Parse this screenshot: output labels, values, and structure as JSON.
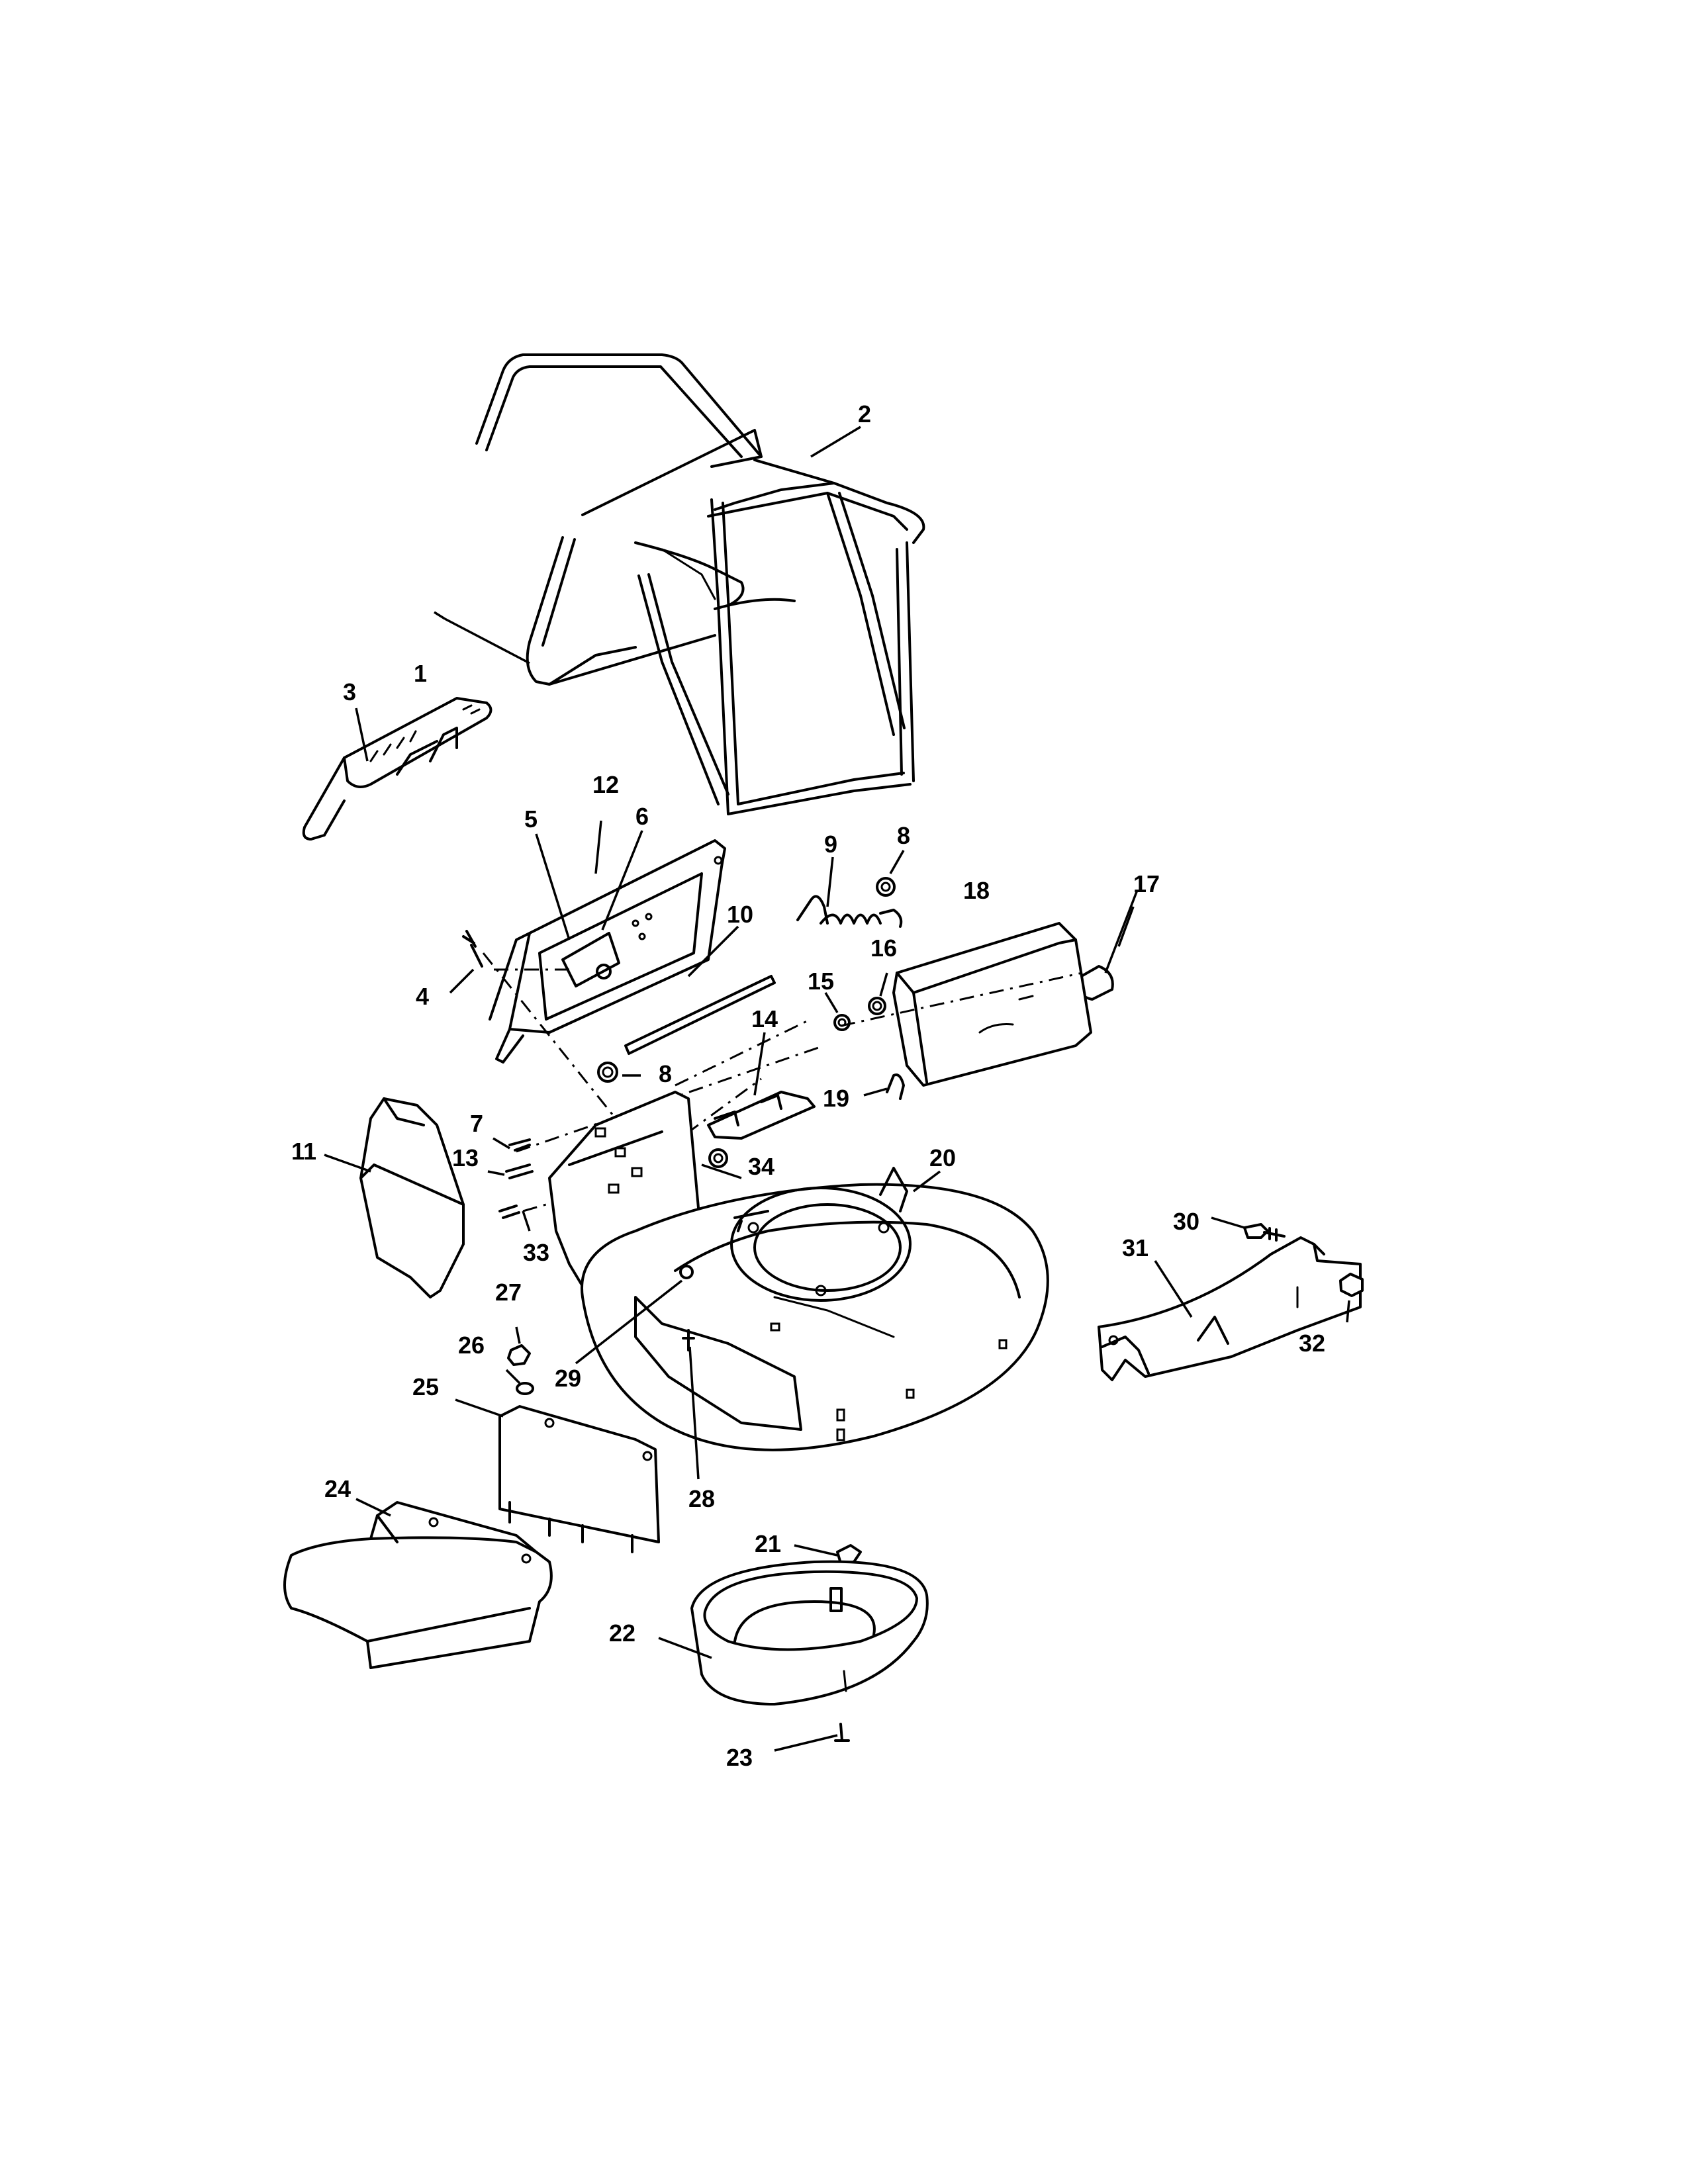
{
  "callouts": {
    "c1": "1",
    "c2": "2",
    "c3": "3",
    "c4": "4",
    "c5": "5",
    "c6": "6",
    "c7": "7",
    "c8a": "8",
    "c8b": "8",
    "c9": "9",
    "c10": "10",
    "c11": "11",
    "c12": "12",
    "c13": "13",
    "c14": "14",
    "c15": "15",
    "c16": "16",
    "c17": "17",
    "c18": "18",
    "c19": "19",
    "c20": "20",
    "c21": "21",
    "c22": "22",
    "c23": "23",
    "c24": "24",
    "c25": "25",
    "c26": "26",
    "c27": "27",
    "c28": "28",
    "c29": "29",
    "c30": "30",
    "c31": "31",
    "c32": "32",
    "c33": "33",
    "c34": "34"
  }
}
